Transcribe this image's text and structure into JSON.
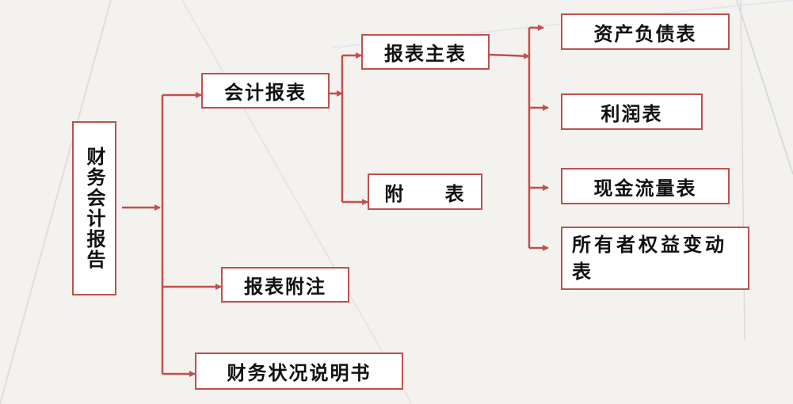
{
  "diagram": {
    "root": "财务会计报告",
    "level1": {
      "accounting_statements": "会计报表",
      "statement_notes": "报表附注",
      "financial_report": "财务状况说明书"
    },
    "level2": {
      "main_statements": "报表主表",
      "supplementary": "附 表"
    },
    "level3": {
      "balance_sheet": "资产负债表",
      "income_statement": "利润表",
      "cash_flow": "现金流量表",
      "equity_change": "所有者权益变动表"
    },
    "colors": {
      "accent": "#c0504d",
      "box_fill": "#ffffff",
      "background": "#f4f2ef"
    }
  }
}
